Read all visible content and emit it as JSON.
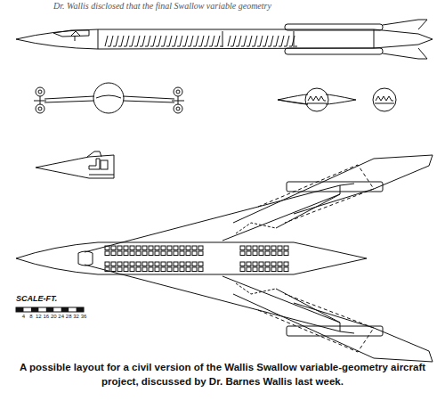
{
  "diagram": {
    "caption": "A possible layout for a civil version of the Wallis Swallow variable-geometry aircraft project, discussed by Dr. Barnes Wallis last week.",
    "labels": [
      "Dr. Wallis disclosed that the final Swallow variable geometry",
      "SCALE-FT.",
      "4",
      "8",
      "12",
      "16",
      "20",
      "24",
      "28",
      "32",
      "36"
    ]
  }
}
